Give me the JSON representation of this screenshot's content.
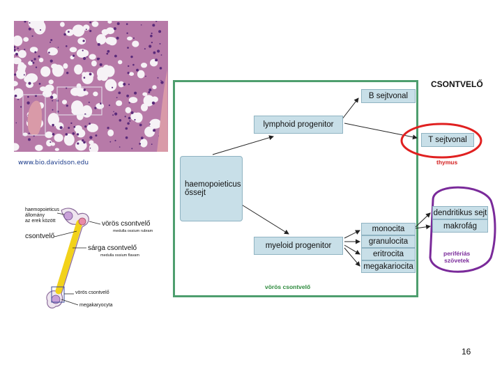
{
  "title": "CSONTVELŐ",
  "credit": "www.bio.davidson.edu",
  "page_number": "16",
  "nodes": {
    "stem": [
      "haemopoieticus",
      "őssejt"
    ],
    "lymphoid": "lymphoid progenitor",
    "myeloid": "myeloid progenitor",
    "b_cell": "B sejtvonal",
    "t_cell": "T sejtvonal",
    "monocyte": "monocita",
    "granulocyte": "granulocita",
    "erythrocyte": "eritrocita",
    "megakaryocyte": "megakariocita",
    "dendritic": "dendritikus sejt",
    "macrophage": "makrofág"
  },
  "labels": {
    "thymus": "thymus",
    "peripheral": [
      "perifériás",
      "szövetek"
    ],
    "red_marrow": "vörös csontvelő"
  },
  "bone": {
    "haemo_label": [
      "haemopoieticus",
      "állomány",
      "az erek között"
    ],
    "marrow_label": "csontvelő",
    "red_label": "vörös csontvelő",
    "red_sub": "medulla ossium rubram",
    "yellow_label": "sárga csontvelő",
    "yellow_sub": "medulla ossium flavam",
    "red_lower": "vörös csontvelő",
    "megakaryocyte_label": "megakaryocyta"
  },
  "colors": {
    "box_border": "#4e9e6e",
    "node_fill": "#c8dfe8",
    "thymus_ring": "#e02020",
    "periphery_ring": "#7a2a9a",
    "histology_bg": "#c58ab8"
  }
}
